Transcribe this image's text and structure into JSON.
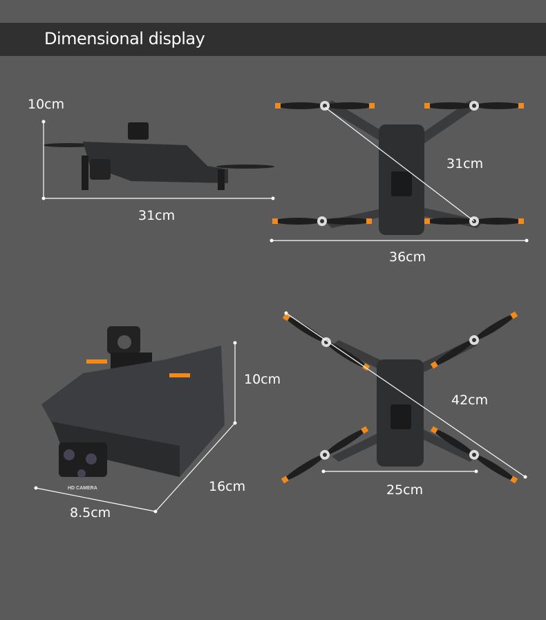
{
  "header": {
    "title": "Dimensional display"
  },
  "colors": {
    "background": "#5a5a5a",
    "header_bar": "#303030",
    "drone_body": "#2e2f31",
    "propeller_tip": "#f08a1c",
    "line": "#ffffff"
  },
  "views": {
    "side": {
      "height": "10cm",
      "length": "31cm"
    },
    "top_unfolded": {
      "diagonal": "31cm",
      "width": "36cm"
    },
    "folded": {
      "height": "10cm",
      "depth": "16cm",
      "width": "8.5cm",
      "camera_text": "HD CAMERA"
    },
    "top_diagonal": {
      "diagonal": "42cm",
      "width": "25cm"
    }
  }
}
